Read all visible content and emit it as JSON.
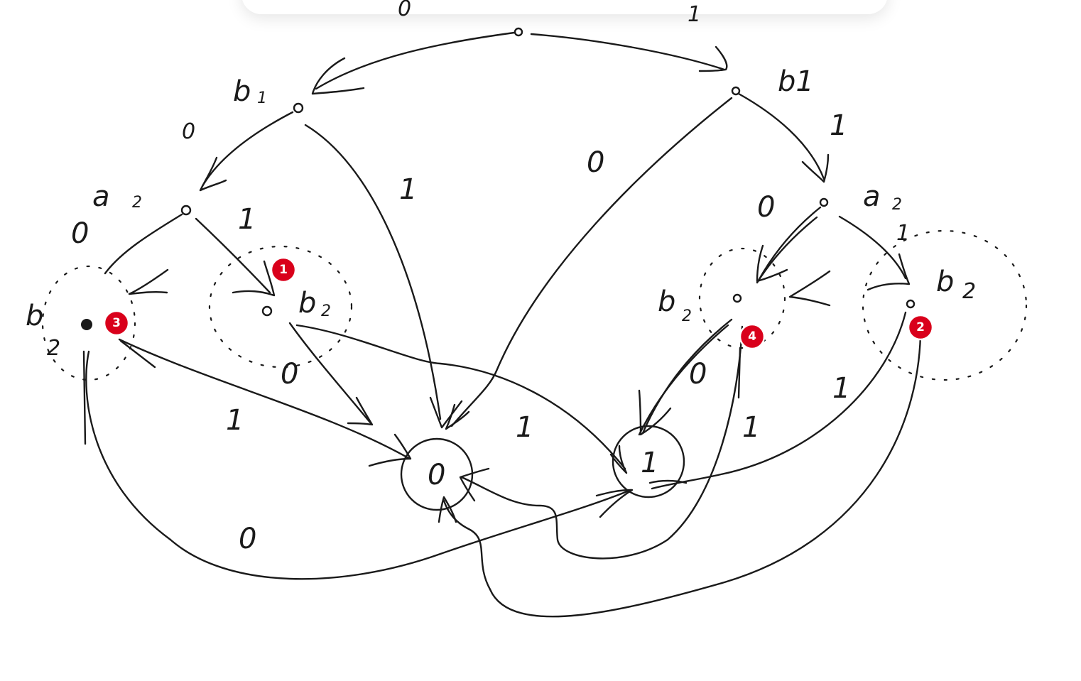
{
  "diagram": {
    "node_labels": {
      "b1_left": "b",
      "b1_left_sub": "1",
      "b1_right": "b1",
      "a2_left": "a",
      "a2_left_sub": "2",
      "a2_right": "a",
      "a2_right_sub": "2",
      "b2_mid_left": "b",
      "b2_mid_left_sub": "2",
      "b2_far_left": "b",
      "b2_far_left_sub": "2",
      "b2_mid_right": "b",
      "b2_mid_right_sub": "2",
      "b2_far_right": "b",
      "b2_far_right_sub": "2",
      "sink_zero": "0",
      "sink_one": "1"
    },
    "edge_labels": {
      "top_zero": "0",
      "top_one": "1",
      "b1_to_a2_zero": "0",
      "b1_to_sink_one": "1",
      "a2_to_b2far_zero": "0",
      "a2_to_b2mid_one": "1",
      "b2mid_zero": "0",
      "b2far_one": "1",
      "b2far_zero": "0",
      "b1r_to_sink_zero": "0",
      "b1r_to_a2r_one": "1",
      "a2r_zero": "0",
      "a2r_one": "1",
      "b2r_zero": "0",
      "b2r_one": "1",
      "b2fr_one": "1",
      "cross_one": "1"
    },
    "markers": [
      "1",
      "2",
      "3",
      "4"
    ]
  },
  "colors": {
    "ink": "#1a1a1a",
    "badge": "#d9001b"
  }
}
